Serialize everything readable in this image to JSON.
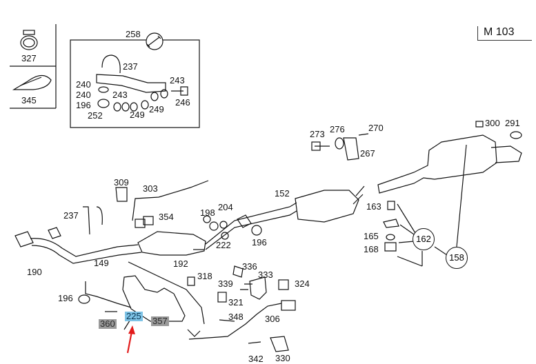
{
  "model_label": "M 103",
  "legend": {
    "clamp": "327",
    "strap": "345"
  },
  "kit_label": "258",
  "kit_parts": [
    "237",
    "240",
    "240",
    "243",
    "243",
    "246",
    "196",
    "252",
    "249",
    "249"
  ],
  "main_parts": [
    "309",
    "303",
    "237",
    "354",
    "198",
    "204",
    "222",
    "196",
    "152",
    "149",
    "192",
    "190",
    "196",
    "318",
    "336",
    "333",
    "339",
    "324",
    "321",
    "306",
    "348",
    "342",
    "330",
    "273",
    "276",
    "270",
    "267",
    "300",
    "291",
    "163",
    "165",
    "168"
  ],
  "circled_parts": [
    "162",
    "158"
  ],
  "highlighted": {
    "selected": "225",
    "dimmed_left": "360",
    "dimmed_right": "357"
  },
  "colors": {
    "selected_bg": "#7ec3e6",
    "dimmed_bg": "#9a9a9a",
    "arrow": "#e21b1b"
  }
}
